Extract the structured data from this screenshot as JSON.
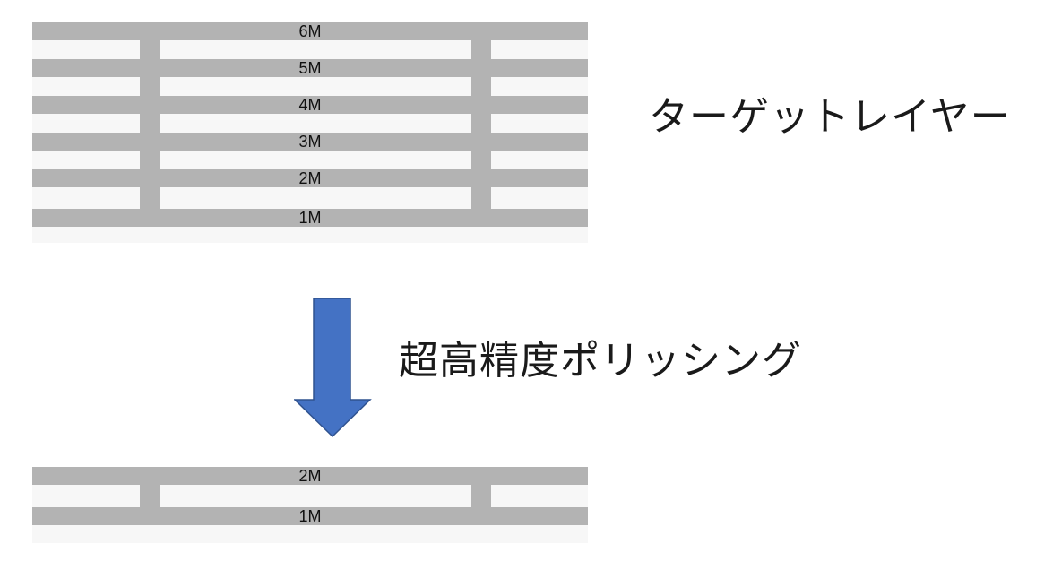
{
  "top_stack": {
    "layers": [
      "6M",
      "5M",
      "4M",
      "3M",
      "2M",
      "1M"
    ]
  },
  "bottom_stack": {
    "layers": [
      "2M",
      "1M"
    ]
  },
  "labels": {
    "target_layer": "ターゲットレイヤー",
    "process": "超高精度ポリッシング"
  },
  "colors": {
    "metal": "#b3b3b3",
    "dielectric": "#f7f7f7",
    "arrow_fill": "#4472c4",
    "arrow_stroke": "#2f528f"
  }
}
